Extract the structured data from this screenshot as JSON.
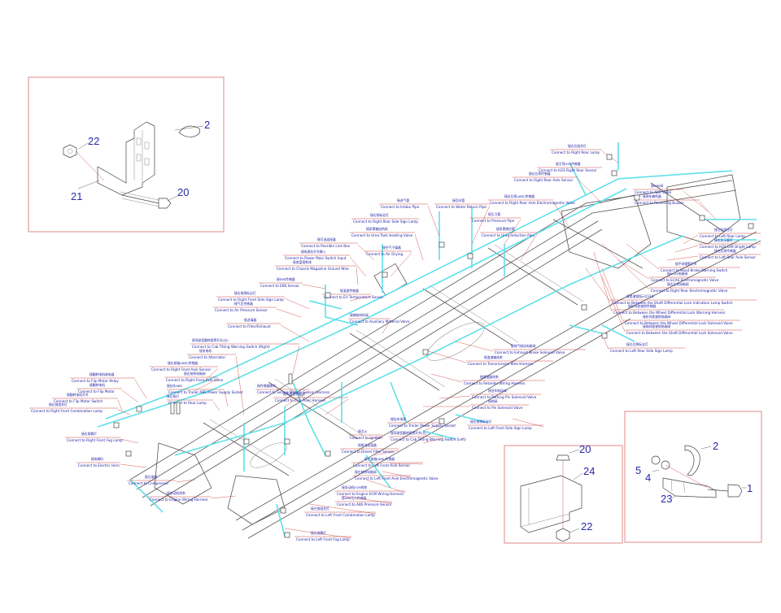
{
  "labels": {
    "c_right_rear_lamp": {
      "cn": "接右后组合灯",
      "en": "Connect to Right Rear Lamp"
    },
    "c_h2sensor": {
      "cn": "接主驾H2S传感器",
      "en": "Connect to H2S Right Rear Sensor"
    },
    "c_right_rear_axle": {
      "cn": "接右后桥传感器",
      "en": "Connect to Right Rear Axle Sensor"
    },
    "c_abs_valve": {
      "cn": "接ABS阀",
      "en": "Connect to ABS Valve"
    },
    "c_reversing_buzzer": {
      "cn": "接倒车蜂鸣器",
      "en": "Connect to Reversing Buzzer"
    },
    "c_intake_pipe": {
      "cn": "接进气管",
      "en": "Connect to Intake Pipe"
    },
    "c_water_return": {
      "cn": "接回水管",
      "en": "Connect to Water Return Pipe"
    },
    "c_right_rear_axle2": {
      "cn": "接右后桥(ABS)传感器",
      "en": "Connect to Right Rear Axle Electromagnetic Valve"
    },
    "c_pressure_pipe": {
      "cn": "接压力管",
      "en": "Connect to Pressure Pipe"
    },
    "c_right_side_sign": {
      "cn": "接右侧标志灯",
      "en": "Connect to Right Rear Side Sign Lamp"
    },
    "c_left_rear_lamp": {
      "cn": "接左后组合灯",
      "en": "Connect to Left Rear Lamp"
    },
    "c_left_bright": {
      "cn": "接左后示廓灯",
      "en": "Connect to H2S Left Bright Lamp"
    },
    "c_left_rear_axle": {
      "cn": "接左后桥传感器",
      "en": "Connect to Left Rear Axle Sensor"
    },
    "c_urea_induction": {
      "cn": "接尿素感应管",
      "en": "Connect to Urea Induction Pipe"
    },
    "c_urea_tank": {
      "cn": "接尿素箱加热阀",
      "en": "Connect to Urea Tank Heating Valve"
    },
    "c_possible_link": {
      "cn": "接可选连接盒",
      "en": "Connect to Possible Link Box"
    },
    "c_air_drying": {
      "cn": "接空气干燥器",
      "en": "Connect to Air Drying"
    },
    "c_power_switch": {
      "cn": "接电源总开关输入",
      "en": "Connect to Power Main Switch Input"
    },
    "c_chassis_ground": {
      "cn": "接底盘搭铁线",
      "en": "Connect to Chassis Magazine Ground Wire"
    },
    "c_hand_brake": {
      "cn": "接手刹报警开关",
      "en": "Connect to Hand Brake Warning Switch"
    },
    "c_ecas_valve": {
      "cn": "接ECAS电磁阀",
      "en": "Connect to ECAS Electromagnetic Valve"
    },
    "c_right_rear_valve": {
      "cn": "接右后桥电磁阀",
      "en": "Connect to Right Rear Electromagnetic Valve"
    },
    "c_ebs_sensor": {
      "cn": "接EBS传感器",
      "en": "Connect to EBS Sensor"
    },
    "c_temp_sensor": {
      "cn": "接温度传感器",
      "en": "Connect to EV Temperature Sensor"
    },
    "c_right_front_side": {
      "cn": "接右前侧标志灯",
      "en": "Connect to Right Front Side Sign Lamp"
    },
    "c_air_pressure": {
      "cn": "接气压传感器",
      "en": "Connect to Air Pressure Sensor"
    },
    "c_auxiliary_material": {
      "cn": "接辅助材料阀",
      "en": "Connect to Auxiliary Material Valve"
    },
    "c_diff_lock_lamp": {
      "cn": "接差速锁指示灯开关",
      "en": "Connect to Between the Shaft Differential Lock Indication Lamp Switch"
    },
    "c_wheel_diff": {
      "cn": "接轮间差速锁传感器",
      "en": "Connect to Between the Wheel Differential Lock Warning Harness"
    },
    "c_wheel_diff_solenoid": {
      "cn": "接轮间差速锁电磁阀",
      "en": "Connect to Between the Wheel Differential Lock Solenoid Valve"
    },
    "c_shaft_diff_solenoid": {
      "cn": "接轴间差速锁电磁阀",
      "en": "Connect to Between the Shaft Differential Lock Solenoid Valve"
    },
    "c_left_rear_side": {
      "cn": "接左后侧标志灯",
      "en": "Connect to Left Rear Side Sign Lamp"
    },
    "c_filter": {
      "cn": "接滤清器",
      "en": "Connect to Filter/Exhaust"
    },
    "c_exhaust_brake": {
      "cn": "接排气制动电磁阀",
      "en": "Connect to Exhaust Brake Solenoid Valve"
    },
    "c_transmission": {
      "cn": "接变速箱线束",
      "en": "Connect to Transmission Wire Harness"
    },
    "c_cab_tilting": {
      "cn": "接驾驶室翻转报警开关(右)",
      "en": "Connect to Cab Tilting Warning Switch (Right)"
    },
    "c_alternator": {
      "cn": "接发电机",
      "en": "Connect to Alternator"
    },
    "c_right_front_axle": {
      "cn": "接右前轴(ABS)传感器",
      "en": "Connect to Right Front Axle Sensor"
    },
    "c_right_front_valve": {
      "cn": "接右前桥电磁阀",
      "en": "Connect to Right Front Axle Valve"
    },
    "c_retarder": {
      "cn": "接缓速器线束",
      "en": "Connect to Retarder Wiring Harness"
    },
    "c_flip_motor_relay": {
      "cn": "接翻转电机继电器",
      "en": "Connect to Flip Motor Relay"
    },
    "c_flip_motor": {
      "cn": "接翻转电机",
      "en": "Connect to Flip Motor"
    },
    "c_flip_motor_switch": {
      "cn": "接翻转电机开关",
      "en": "Connect to Flip Motor Switch"
    },
    "c_right_front_combo": {
      "cn": "接右前组合灯",
      "en": "Connect to Right Front Combination Lamp"
    },
    "c_sensor_module": {
      "cn": "接传感器模块",
      "en": "Connect to Sensor Module Sensor Harness"
    },
    "c_cab_floor": {
      "cn": "接驾驶室地板线",
      "en": "Connect to Cab Floor Harness"
    },
    "c_trailer_abs": {
      "cn": "接挂车ABS",
      "en": "Connect to Trailer ABS Power Supply Socket"
    },
    "c_rear_lamp": {
      "cn": "接后照灯",
      "en": "Connect to Rear Lamp"
    },
    "c_parking_valve": {
      "cn": "接驻车制动阀",
      "en": "Connect to Parking Pin Solenoid Valve"
    },
    "c_pin_valve": {
      "cn": "接销阀",
      "en": "Connect to Pin Solenoid Valve"
    },
    "c_right_front_fog": {
      "cn": "接右前雾灯",
      "en": "Connect to Right Front Fog Lamp"
    },
    "c_trailer_power": {
      "cn": "接挂车电源",
      "en": "Connect to Trailer Power Supply Socket"
    },
    "c_ignition": {
      "cn": "接点火",
      "en": "Connect to Ignition"
    },
    "c_cab_tilting_left": {
      "cn": "接驾驶室翻转报警开关(左)",
      "en": "Connect to Cab Tilting Warning Switch (Left)"
    },
    "c_left_front_side": {
      "cn": "接左前侧标志灯",
      "en": "Connect to Left Front Side Sign Lamp"
    },
    "c_diesel_filter": {
      "cn": "接柴油滤清器",
      "en": "Connect to Diesel Filter Sensor"
    },
    "c_electric_horn": {
      "cn": "接电喇叭",
      "en": "Connect to Electric Horn"
    },
    "c_left_front_axle": {
      "cn": "接左前轴(ABS)传感器",
      "en": "Connect to Left Front Axle Sensor"
    },
    "c_left_front_valve": {
      "cn": "接左前桥电磁阀",
      "en": "Connect to Left Front Axle Electromagnetic Valve"
    },
    "c_compressor": {
      "cn": "接压缩机",
      "en": "Connect to Compressor"
    },
    "c_engine_ecm": {
      "cn": "接发动机ECM线束",
      "en": "Connect to Engine ECM Wiring Harness"
    },
    "c_abs_pressure": {
      "cn": "接ABS压力传感器",
      "en": "Connect to ABS Pressure Sensor"
    },
    "c_engine_wiring": {
      "cn": "接发动机线束",
      "en": "Connect to Engine Wiring Harness"
    },
    "c_left_front_combo": {
      "cn": "接左前组合灯",
      "en": "Connect to Left Front Combination Lamp"
    },
    "c_left_front_fog": {
      "cn": "接左前雾灯",
      "en": "Connect to Left Front Fog Lamp"
    }
  },
  "part_numbers": {
    "tl_22": "22",
    "tl_2": "2",
    "tl_21": "21",
    "tl_20": "20",
    "bm_20": "20",
    "bm_24": "24",
    "bm_22": "22",
    "br_2": "2",
    "br_5": "5",
    "br_4": "4",
    "br_23": "23",
    "br_1": "1"
  },
  "colors": {
    "harness": "#5fe0e8",
    "callout_text": "#1a1aa0",
    "part_number": "#2a2aa8",
    "box_border": "#e08a8a",
    "leader_red": "#c21a1a"
  }
}
